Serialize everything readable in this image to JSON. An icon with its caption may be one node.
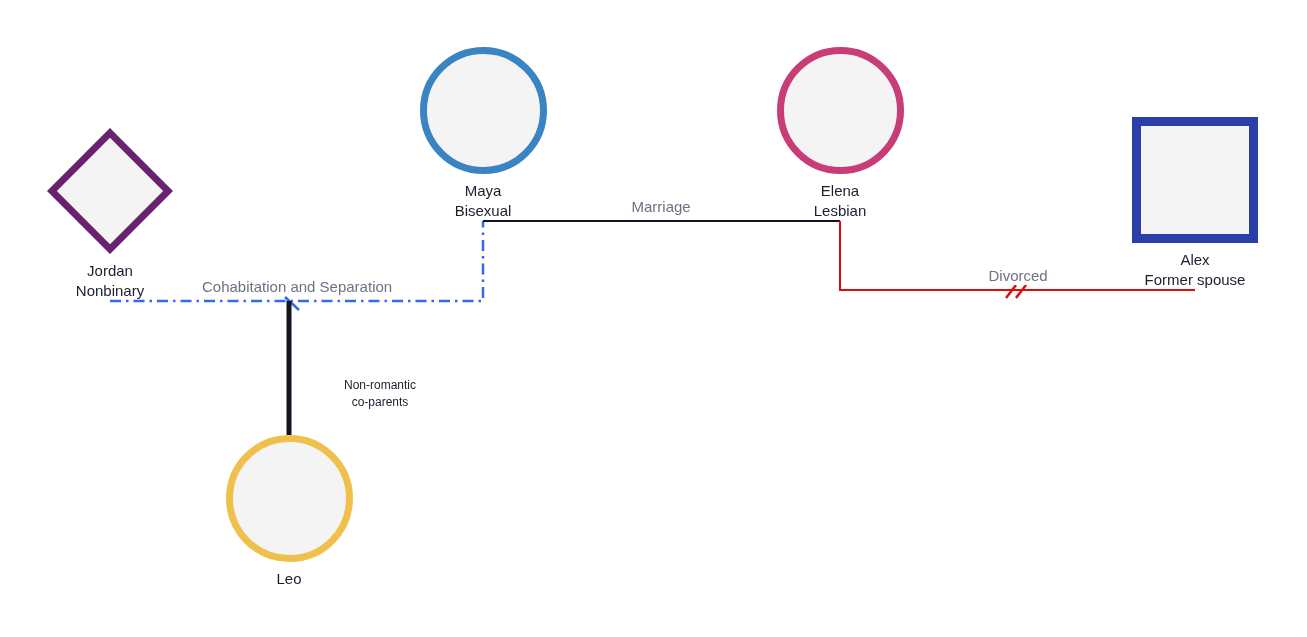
{
  "diagram": {
    "nodes": [
      {
        "text": [
          "Jordan",
          "Nonbinary"
        ]
      },
      {
        "text": [
          "Maya",
          "Bisexual"
        ]
      },
      {
        "text": [
          "Elena",
          "Lesbian"
        ]
      },
      {
        "text": [
          "Alex",
          "Former spouse"
        ]
      },
      {
        "text": [
          "Leo"
        ]
      }
    ],
    "edges": [
      {
        "from": 0,
        "to": 1,
        "arrow": "none",
        "label": "Cohabitation and Separation",
        "style": "dashed",
        "color": "#2f6bec"
      },
      {
        "from": 1,
        "to": 2,
        "arrow": "none",
        "label": "Marriage"
      },
      {
        "from": 2,
        "to": 3,
        "arrow": "none",
        "label": "Divorced",
        "color": "#e00b0b"
      },
      {
        "from": null,
        "to": 4,
        "arrow": "none",
        "style": "thick"
      }
    ],
    "labels": [
      "Non-romantic co-parents"
    ]
  }
}
